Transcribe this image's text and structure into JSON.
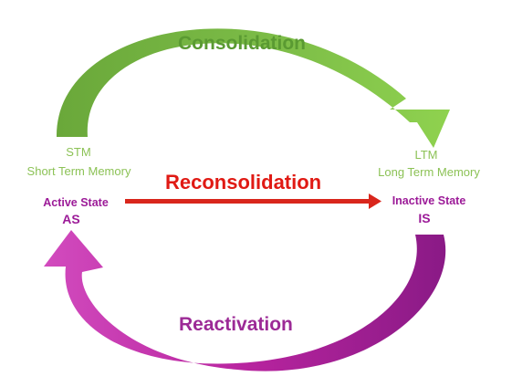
{
  "arcs": {
    "consolidation": "Consolidation",
    "reconsolidation": "Reconsolidation",
    "reactivation": "Reactivation"
  },
  "stm": {
    "abbr": "STM",
    "full": "Short Term Memory",
    "state": "Active State",
    "state_abbr": "AS"
  },
  "ltm": {
    "abbr": "LTM",
    "full": "Long Term Memory",
    "state": "Inactive State",
    "state_abbr": "IS"
  },
  "colors": {
    "consolidation_arrow": "#7ab648",
    "reconsolidation_arrow": "#d9261c",
    "reactivation_arrow": "#b0219e"
  }
}
